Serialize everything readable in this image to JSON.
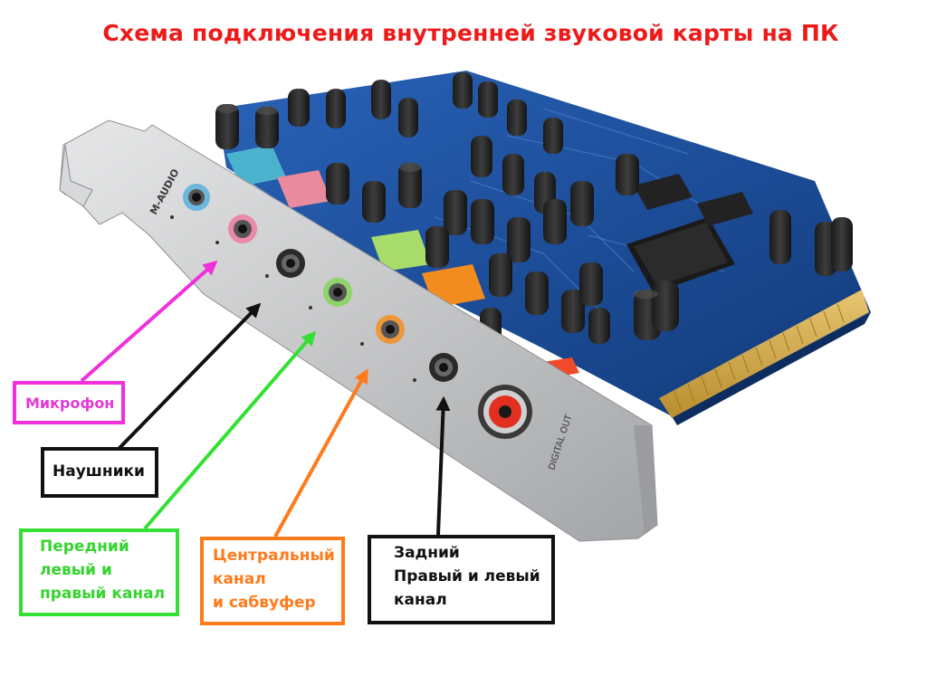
{
  "title": "Схема подключения внутренней звуковой карты на ПК",
  "card": {
    "brand": "M-AUDIO",
    "digital_out": "DIGITAL OUT"
  },
  "labels": {
    "microphone": [
      "Микрофон"
    ],
    "headphones": [
      "Наушники"
    ],
    "front": [
      "Передний",
      "левый и",
      "правый канал"
    ],
    "center": [
      "Центральный",
      "канал",
      "и сабвуфер"
    ],
    "rear": [
      "Задний",
      "Правый и левый",
      "канал"
    ]
  },
  "colors": {
    "title": "#ee1a1a",
    "microphone": "#f030dc",
    "headphones": "#111111",
    "front": "#33e033",
    "center": "#ff7a1a",
    "rear": "#111111",
    "pcb": "#1d4e9a",
    "bracket": "#c9cacb"
  }
}
